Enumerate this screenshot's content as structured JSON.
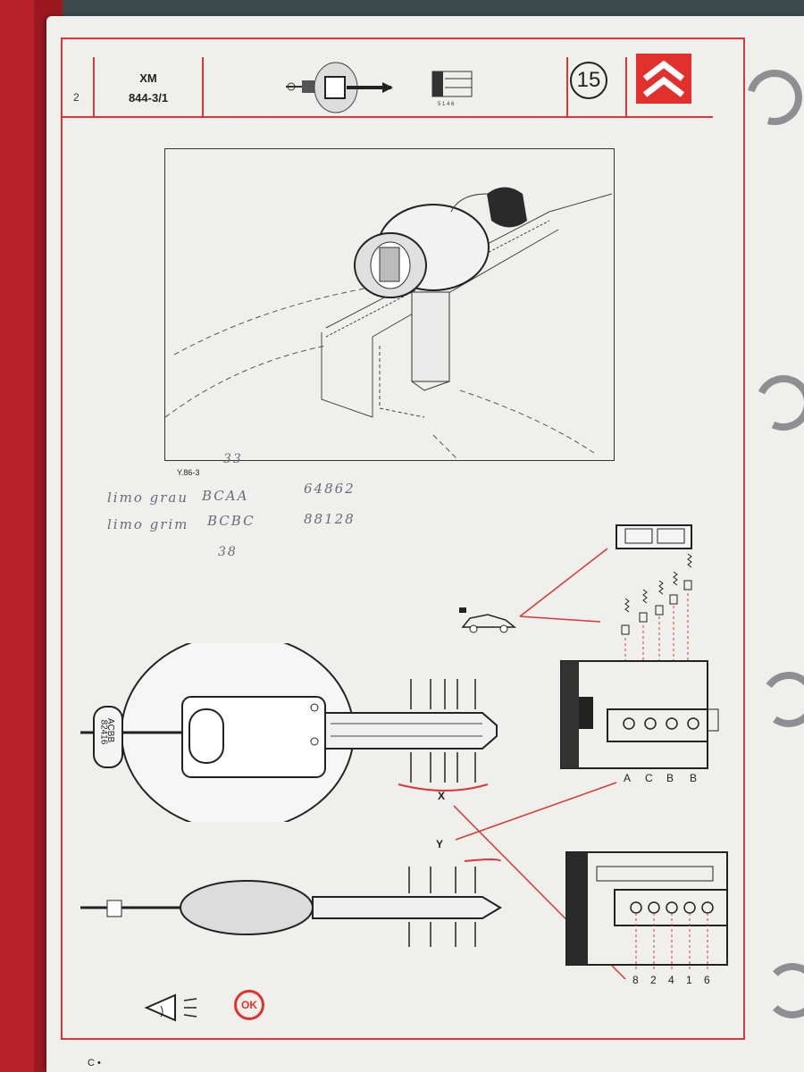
{
  "header": {
    "page_number": "2",
    "model": "XM",
    "reference": "844-3/1",
    "section_number": "15"
  },
  "figure": {
    "code": "Y.86-3"
  },
  "handwriting": {
    "top_number": "33",
    "line1_text": "limo grau",
    "line1_code": "BCAA",
    "line1_value": "64862",
    "line2_text": "limo grim",
    "line2_code": "BCBC",
    "line2_value": "88128",
    "bottom_number": "38"
  },
  "key_tag": {
    "line1": "82416",
    "line2": "ACBB"
  },
  "labels": {
    "x": "X",
    "y": "Y",
    "ok": "OK",
    "corner_mark": "C •"
  },
  "lock_top_positions": [
    "A",
    "C",
    "B",
    "B"
  ],
  "lock_bottom_positions": [
    "8",
    "2",
    "4",
    "1",
    "6"
  ],
  "colors": {
    "accent_red": "#d8383a",
    "logo_red": "#e2312d",
    "paper": "#efefec"
  }
}
